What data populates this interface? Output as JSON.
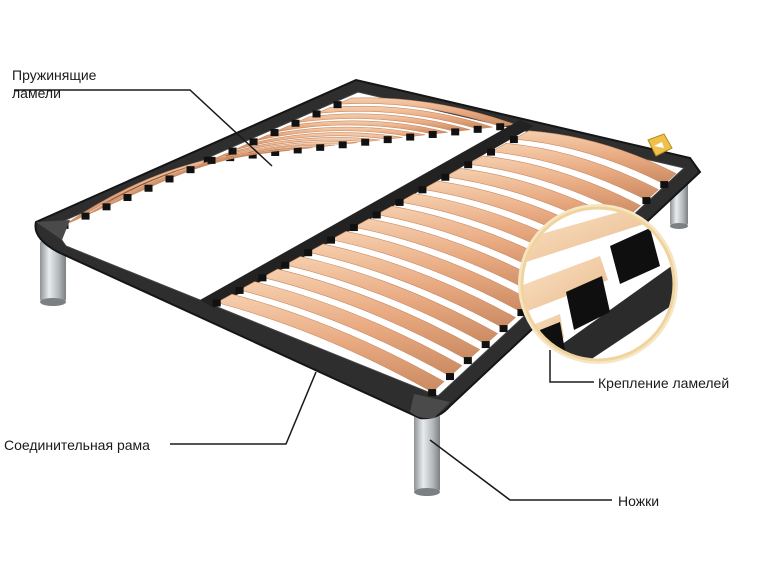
{
  "labels": {
    "slats_line1": "Пружинящие",
    "slats_line2": "ламели",
    "slat_mount": "Крепление ламелей",
    "frame": "Соединительная рама",
    "legs": "Ножки"
  },
  "colors": {
    "slat": "#e8ab82",
    "slat_highlight": "#f7d2b4",
    "slat_shadow": "#c98a62",
    "frame": "#2a2a2a",
    "holder": "#111111",
    "leg": "#b8bcbf",
    "callout_ring": "#f3d9a8",
    "leader": "#1a1a1a",
    "background": "#ffffff"
  }
}
